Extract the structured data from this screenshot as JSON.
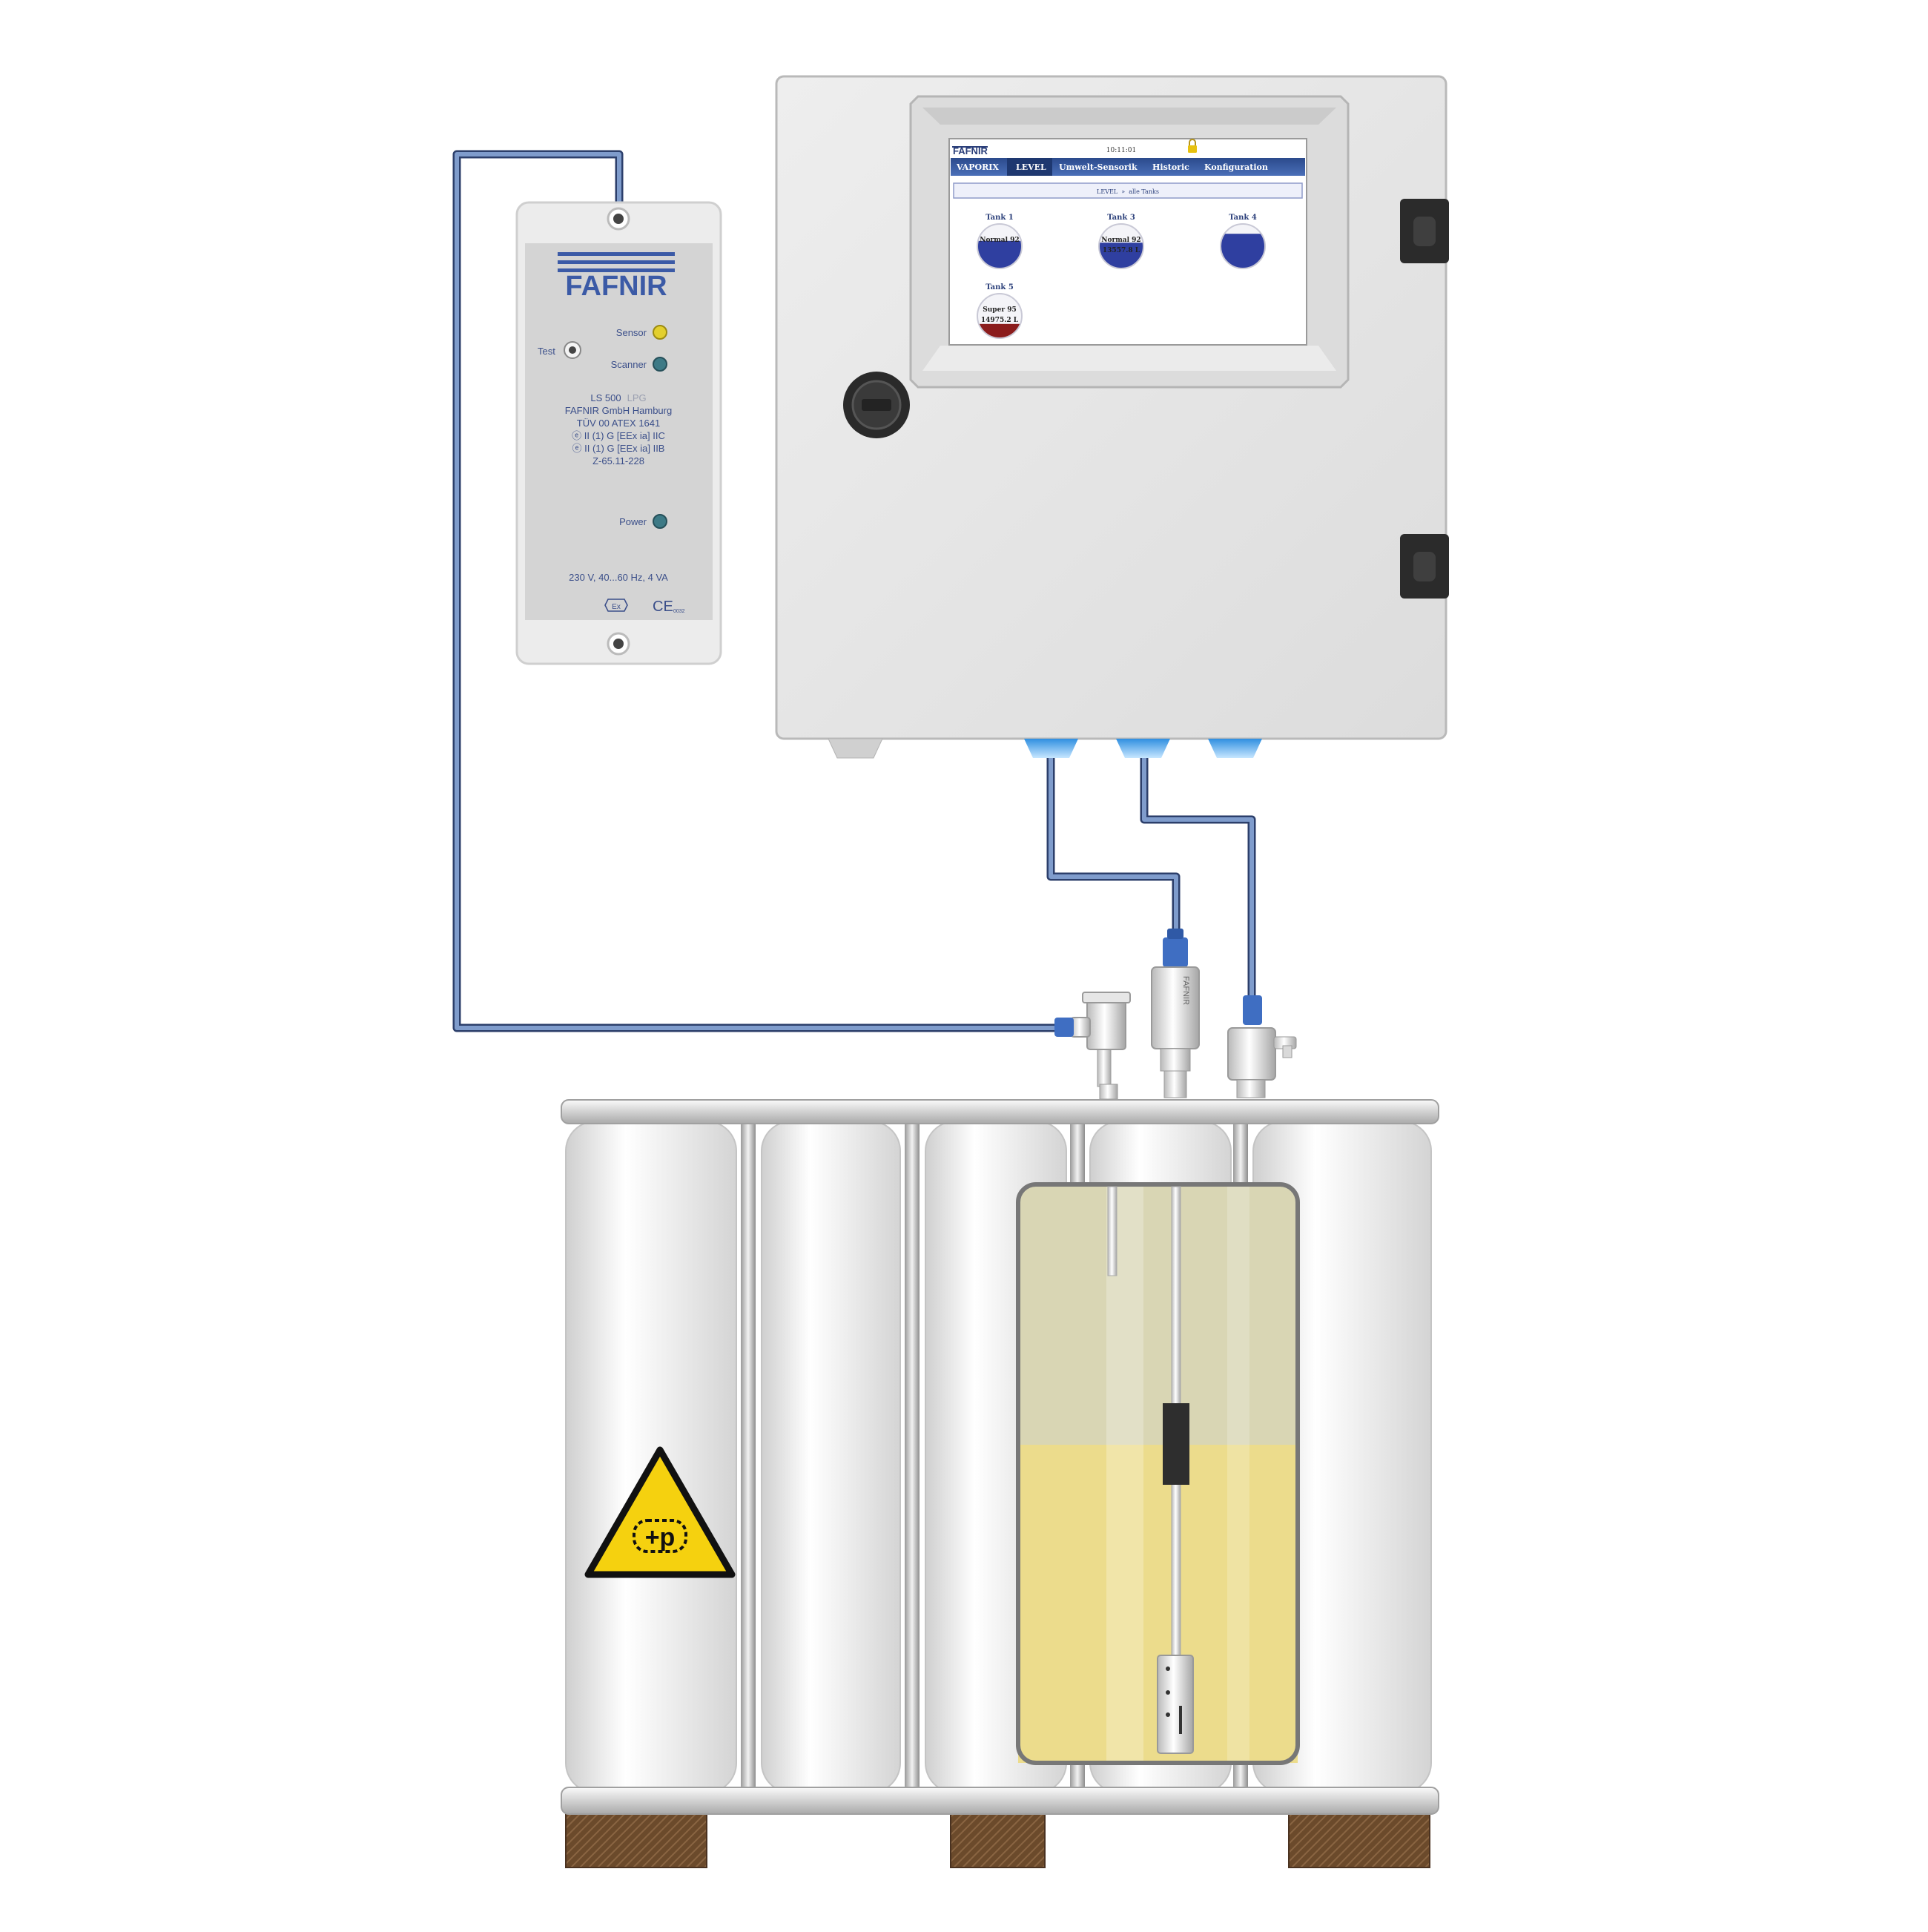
{
  "ls500": {
    "logo": "FAFNIR",
    "leds": {
      "sensor": "Sensor",
      "scanner": "Scanner",
      "power": "Power",
      "test": "Test"
    },
    "info": {
      "model": "LS 500",
      "model_suffix": "LPG",
      "lines": [
        "FAFNIR GmbH Hamburg",
        "TÜV 00 ATEX 1641",
        "ⓔ II (1) G [EEx ia] IIC",
        "ⓔ II (1) G [EEx ia] IIB",
        "Z-65.11-228"
      ]
    },
    "power_rating": "230 V, 40...60 Hz, 4 VA",
    "ex_mark": "Ex",
    "ce_mark": "CE",
    "ce_number": "0032",
    "colors": {
      "sensor_led": "#e3cf2e",
      "scanner_led": "#3d7a86",
      "power_led": "#3d7a86",
      "brand_blue": "#3b5aa6"
    }
  },
  "controller": {
    "screen": {
      "logo": "FAFNIR",
      "time": "10:11:01",
      "tabs": [
        "VAPORIX",
        "LEVEL",
        "Umwelt-Sensorik",
        "Historic",
        "Konfiguration"
      ],
      "active_tab": 1,
      "breadcrumb": "LEVEL  »  alle Tanks",
      "tanks": [
        {
          "name": "Tank 1",
          "product": "Normal 92",
          "volume": "",
          "fill": 0.62,
          "color": "#2f3fa0"
        },
        {
          "name": "Tank 3",
          "product": "Normal 92",
          "volume": "13557.8 L",
          "fill": 0.58,
          "color": "#2f3fa0"
        },
        {
          "name": "Tank 4",
          "product": "",
          "volume": "",
          "fill": 0.78,
          "color": "#2f3fa0"
        },
        {
          "name": "Tank 5",
          "product": "Super 95",
          "volume": "14975.2 L",
          "fill": 0.32,
          "color": "#8b1c1c"
        }
      ]
    }
  },
  "tank": {
    "liquid_level": 0.55,
    "warning_label": "+p",
    "colors": {
      "liquid": "#ecdc8c",
      "vapor": "#d9d6b4",
      "warning": "#f5d10f",
      "pallet": "#6b4a2b",
      "cable": "#5f7fb4"
    }
  },
  "sensors": {
    "label": "FAFNIR"
  }
}
